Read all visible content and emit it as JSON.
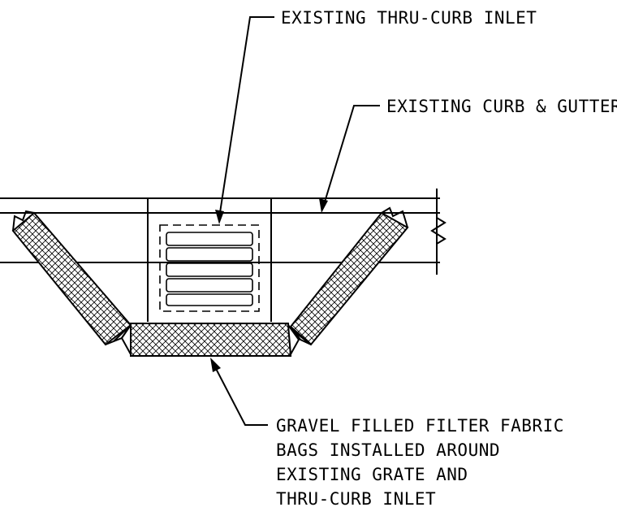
{
  "labels": {
    "inlet": "EXISTING THRU-CURB INLET",
    "curb": "EXISTING CURB & GUTTER",
    "bags": [
      "GRAVEL FILLED FILTER FABRIC",
      "BAGS INSTALLED AROUND",
      "EXISTING GRATE AND",
      "THRU-CURB INLET"
    ]
  }
}
